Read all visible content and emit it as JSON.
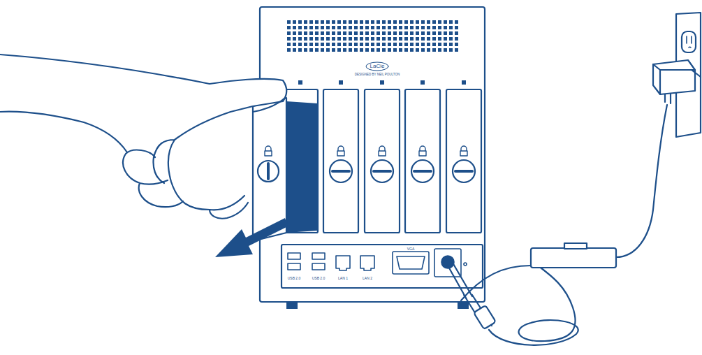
{
  "diagram": {
    "labels": [
      "LaCie",
      "DESIGNED BY NEIL POULTON",
      "USB 2.0",
      "USB 2.0",
      "LAN 1",
      "LAN 2",
      "VGA"
    ]
  }
}
